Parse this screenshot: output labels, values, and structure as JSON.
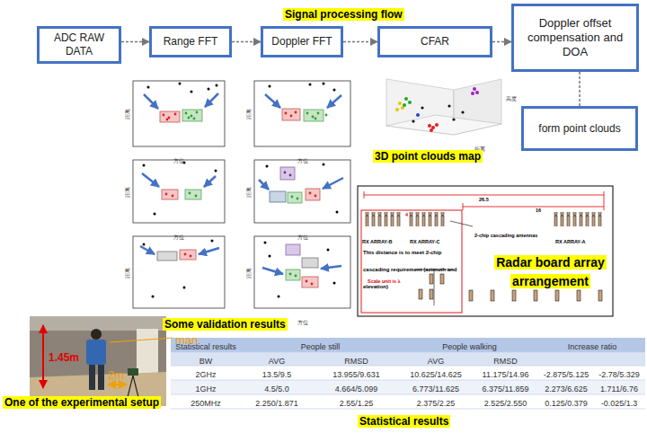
{
  "diagram": {
    "title": "Signal processing flow",
    "nodes": [
      {
        "text": [
          "ADC RAW DATA"
        ]
      },
      {
        "text": [
          "Range FFT"
        ]
      },
      {
        "text": [
          "Doppler FFT"
        ]
      },
      {
        "text": [
          "CFAR"
        ]
      },
      {
        "text": [
          "Doppler offset compensation and DOA"
        ]
      },
      {
        "text": [
          "form point clouds"
        ]
      }
    ],
    "edges": [
      {
        "from": 0,
        "to": 1,
        "arrow": "to"
      },
      {
        "from": 1,
        "to": 2,
        "arrow": "to"
      },
      {
        "from": 2,
        "to": 3,
        "arrow": "to"
      },
      {
        "from": 3,
        "to": 4,
        "arrow": "to"
      },
      {
        "from": 4,
        "to": 5,
        "arrow": "none"
      }
    ],
    "labels": [
      "距离",
      "方位",
      "距离",
      "方位",
      "距离",
      "方位",
      "距离",
      "方位",
      "距离",
      "方位",
      "距离",
      "方位",
      "高度",
      "距离",
      "3D point clouds map",
      "26.5",
      "16",
      "4",
      "RX ARRAY-B",
      "RX ARRAY-C",
      "2-chip cascading antennas",
      "RX ARRAY-A",
      "This distance is to meet 2-chip cascading requirement (azimuth and elevation)",
      "Scale unit is λ",
      "Radar board array arrangement",
      "Some validation results",
      "man",
      "1.45m",
      "2m",
      "One of the experimental setup",
      "Statistical results",
      "People still",
      "People walking",
      "Increase ratio",
      "BW",
      "AVG",
      "RMSD",
      "AVG",
      "RMSD",
      "2GHz",
      "13.5/9.5",
      "13.955/9.631",
      "10.625/14.625",
      "11.175/14.96",
      "-2.875/5.125",
      "-2.78/5.329",
      "1GHz",
      "4.5/5.0",
      "4.664/5.099",
      "6.773/11.625",
      "6.375/11.859",
      "2.273/6.625",
      "1.711/6.76",
      "250MHz",
      "2.250/1.871",
      "2.55/1.25",
      "2.375/2.25",
      "2.525/2.550",
      "0.125/0.379",
      "-0.025/1.3",
      "Statistical results"
    ]
  }
}
